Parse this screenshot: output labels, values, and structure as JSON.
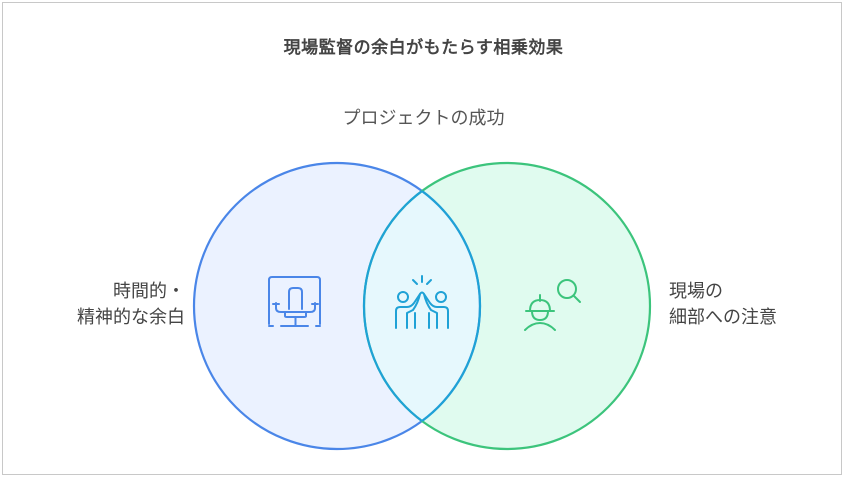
{
  "title": "現場監督の余白がもたらす相乗効果",
  "top_label": "プロジェクトの成功",
  "left_set": {
    "label_line1": "時間的・",
    "label_line2": "精神的な余白",
    "icon": "office-chair-icon",
    "stroke_color": "#4a86e8",
    "fill_color": "#ebf2ff"
  },
  "right_set": {
    "label_line1": "現場の",
    "label_line2": "細部への注意",
    "icon": "worker-search-icon",
    "stroke_color": "#3cc47c",
    "fill_color": "#e0fbef"
  },
  "intersection": {
    "icon": "high-five-icon",
    "stroke_color": "#1fa2d6",
    "fill_color": "#e6f8fd"
  },
  "colors": {
    "border": "#c8c8c8",
    "title_text": "#444444",
    "label_text": "#555555"
  }
}
